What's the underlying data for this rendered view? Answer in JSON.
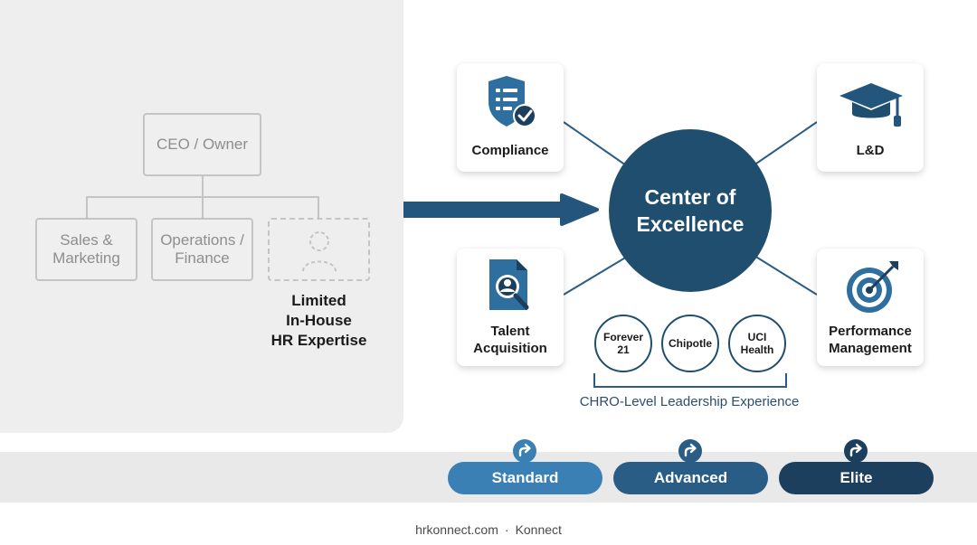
{
  "org_chart": {
    "ceo": "CEO / Owner",
    "sales": "Sales &\nMarketing",
    "operations": "Operations /\nFinance",
    "limited_text": "Limited\nIn-House\nHR Expertise"
  },
  "center": {
    "title": "Center of\nExcellence"
  },
  "cards": {
    "compliance": "Compliance",
    "ld": "L&D",
    "talent": "Talent\nAcquisition",
    "performance": "Performance\nManagement"
  },
  "brands": [
    "Forever\n21",
    "Chipotle",
    "UCI\nHealth"
  ],
  "chro_caption": "CHRO-Level Leadership Experience",
  "tiers": [
    {
      "label": "Standard",
      "color": "#3a80b5"
    },
    {
      "label": "Advanced",
      "color": "#2a5d86"
    },
    {
      "label": "Elite",
      "color": "#1d3f5e"
    }
  ],
  "footer": {
    "site": "hrkonnect.com",
    "separator": "·",
    "brand": "Konnect"
  },
  "colors": {
    "navy": "#1f4e6e",
    "connector": "#2a5d86",
    "arrow": "#24567d"
  },
  "icons": [
    "shield-check-icon",
    "graduation-cap-icon",
    "document-search-icon",
    "target-icon",
    "person-placeholder-icon",
    "share-arrow-icon"
  ]
}
